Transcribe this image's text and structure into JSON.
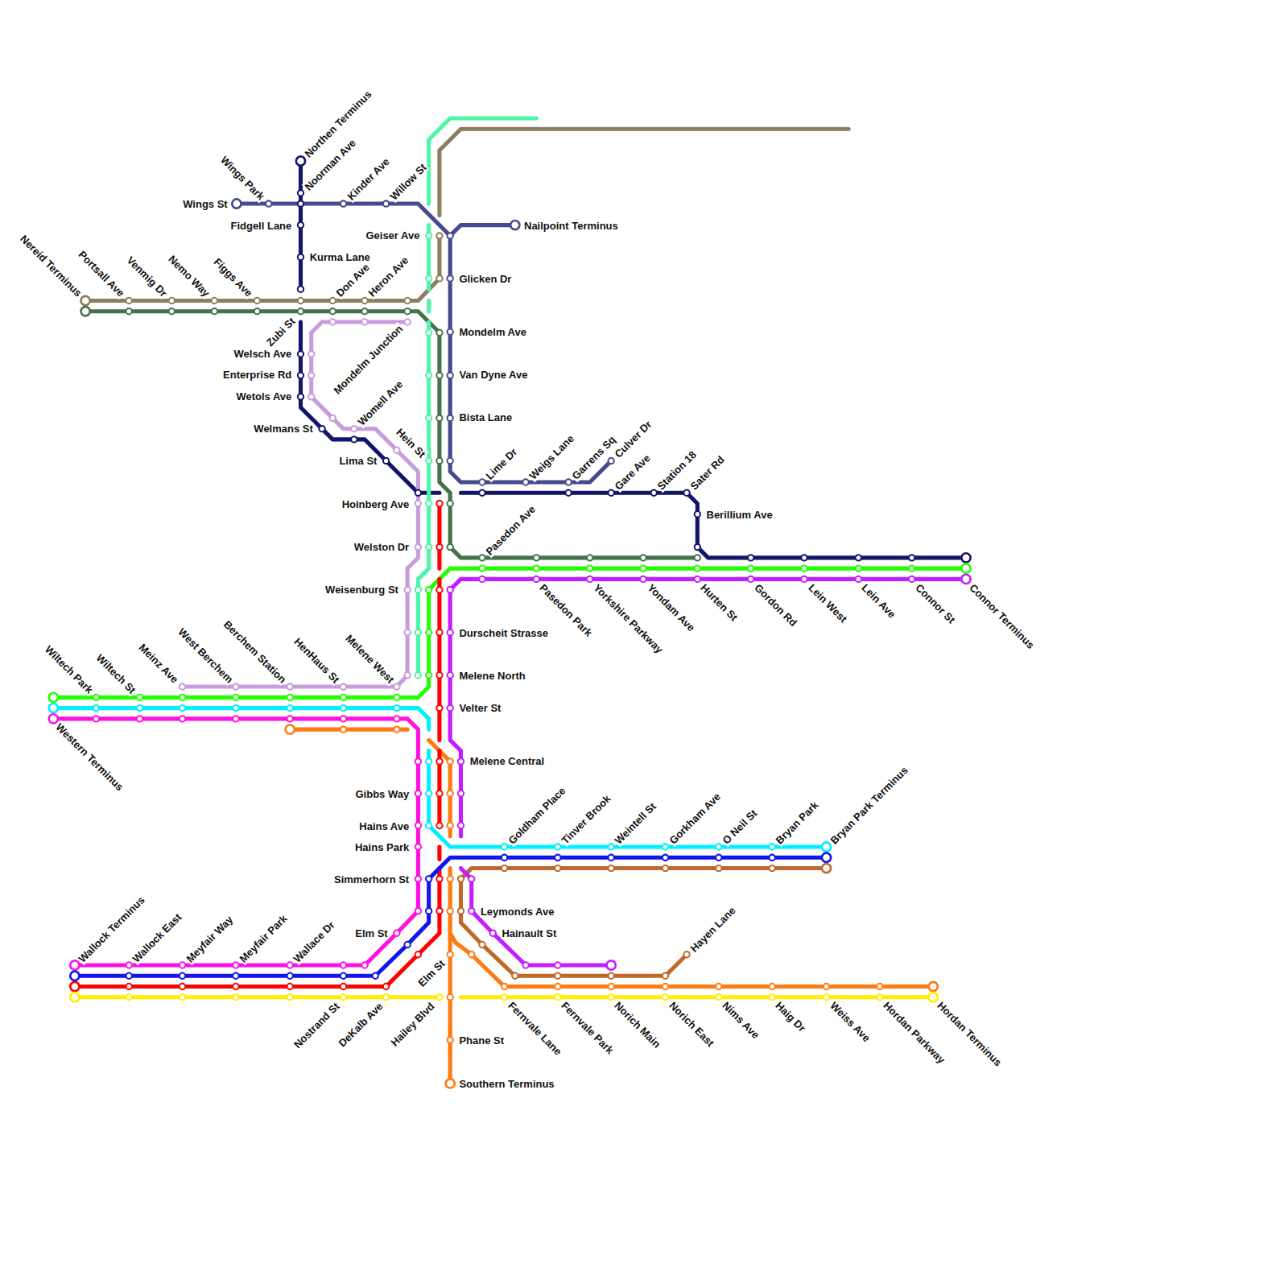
{
  "diagram": {
    "labels": [
      "Nailpoint Terminus",
      "Glicken Dr",
      "Mondelm Ave",
      "Van Dyne Ave",
      "Bista Lane",
      "Kurma Lane",
      "Berillium Ave",
      "Durscheit Strasse",
      "Melene North",
      "Velter St",
      "Melene Central",
      "Leymonds Ave",
      "Hainault St",
      "Phane St",
      "Southern Terminus",
      "Wings St",
      "Fidgell Lane",
      "Welsch Ave",
      "Enterprise Rd",
      "Wetols Ave",
      "Welmans St",
      "Lima St",
      "Hoinberg Ave",
      "Welston Dr",
      "Weisenburg St",
      "Geiser Ave",
      "Gibbs Way",
      "Hains Ave",
      "Hains Park",
      "Simmerhorn St",
      "Elm St",
      "Northen Terminus",
      "Noorman Ave",
      "Kinder Ave",
      "Willow St",
      "Don Ave",
      "Heron Ave",
      "Mondelm Junction",
      "Womell Ave",
      "Lime Dr",
      "Weigs Lane",
      "Garrens Sq",
      "Culver Dr",
      "Gare Ave",
      "Station 18",
      "Sater Rd",
      "Pasedon Ave",
      "Goldham Place",
      "Tinver Brook",
      "Weintell St",
      "Gorkham Ave",
      "O Neil St",
      "Bryan Park",
      "Bryan Park Terminus",
      "Wallock Terminus",
      "Wallock East",
      "Meyfair Way",
      "Meyfair Park",
      "Wallace Dr",
      "Hayen Lane",
      "Zubi St",
      "Nostrand St",
      "DeKalb Ave",
      "Hailey Blvd",
      "Elm St",
      "Wings Park",
      "Nereid Terminus",
      "Portsall Ave",
      "Venmig Dr",
      "Nemo Way",
      "Figgs Ave",
      "Hein St",
      "Wiltech Park",
      "Wiltech St",
      "Meinz Ave",
      "West Berchem",
      "Berchem Station",
      "HenHaus St",
      "Melene West",
      "Western Terminus",
      "Pasedon Park",
      "Yorkshire Parkway",
      "Yondam Ave",
      "Hurten St",
      "Gordon Rd",
      "Lein West",
      "Lein Ave",
      "Connor St",
      "Connor Terminus",
      "Fernvale Lane",
      "Fernvale Park",
      "Norich Main",
      "Norich East",
      "Nims Ave",
      "Haig Dr",
      "Weiss Ave",
      "Hordan Parkway",
      "Hordan Terminus"
    ]
  }
}
